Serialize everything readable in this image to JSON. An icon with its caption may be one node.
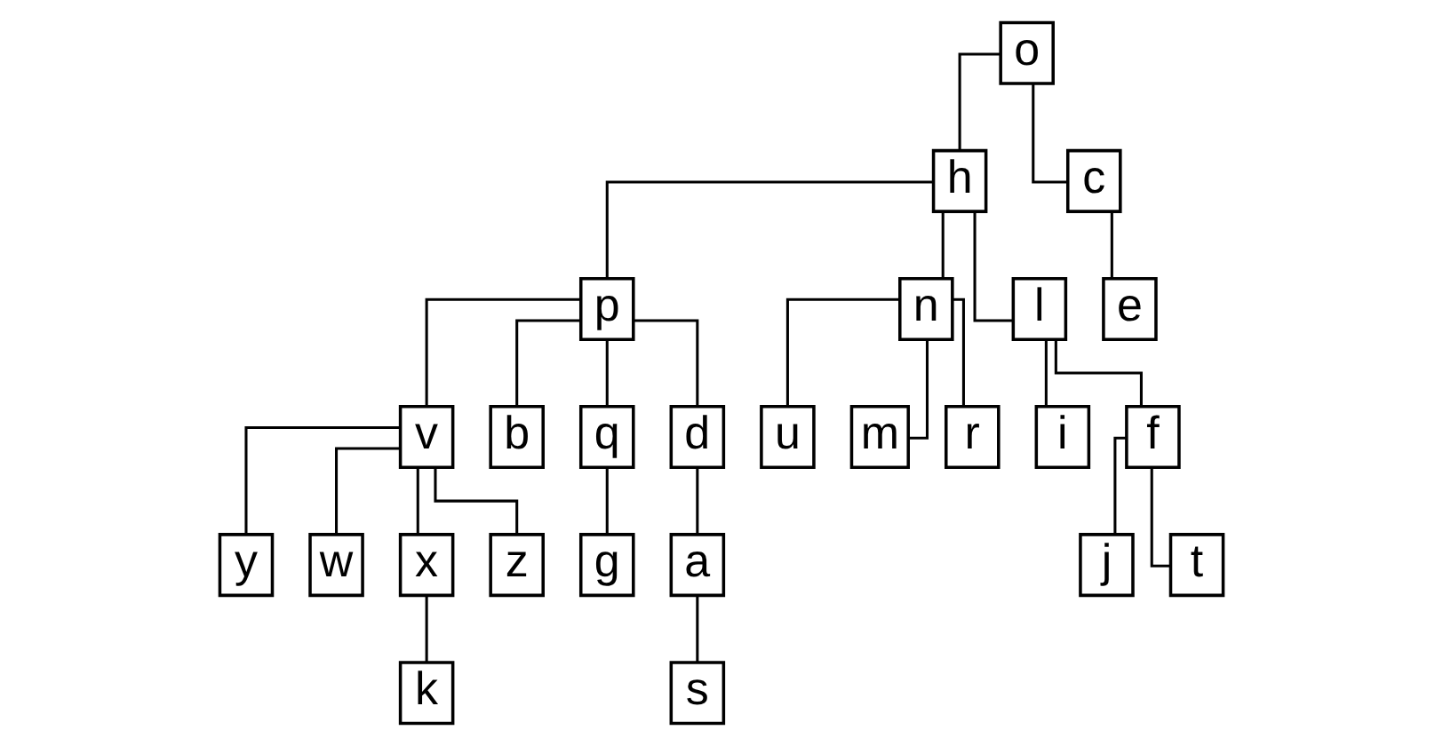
{
  "diagram": {
    "nodes": [
      {
        "text": [
          "o"
        ]
      },
      {
        "text": [
          "h"
        ]
      },
      {
        "text": [
          "p"
        ]
      },
      {
        "text": [
          "v"
        ]
      },
      {
        "text": [
          "c"
        ]
      },
      {
        "text": [
          "n"
        ]
      },
      {
        "text": [
          "l"
        ]
      },
      {
        "text": [
          "b"
        ]
      },
      {
        "text": [
          "q"
        ]
      },
      {
        "text": [
          "d"
        ]
      },
      {
        "text": [
          "y"
        ]
      },
      {
        "text": [
          "w"
        ]
      },
      {
        "text": [
          "e"
        ]
      },
      {
        "text": [
          "u"
        ]
      },
      {
        "text": [
          "m"
        ]
      },
      {
        "text": [
          "r"
        ]
      },
      {
        "text": [
          "i"
        ]
      },
      {
        "text": [
          "f"
        ]
      },
      {
        "text": [
          "g"
        ]
      },
      {
        "text": [
          "a"
        ]
      },
      {
        "text": [
          "x"
        ]
      },
      {
        "text": [
          "z"
        ]
      },
      {
        "text": [
          "j"
        ]
      },
      {
        "text": [
          "t"
        ]
      },
      {
        "text": [
          "s"
        ]
      },
      {
        "text": [
          "k"
        ]
      }
    ],
    "edges": [
      {
        "from": 0,
        "to": 1,
        "arrow": "none"
      },
      {
        "from": 1,
        "to": 2,
        "arrow": "none"
      },
      {
        "from": 2,
        "to": 3,
        "arrow": "none"
      },
      {
        "from": 0,
        "to": 4,
        "arrow": "none"
      },
      {
        "from": 4,
        "to": 12,
        "arrow": "none"
      },
      {
        "from": 1,
        "to": 5,
        "arrow": "none"
      },
      {
        "from": 1,
        "to": 6,
        "arrow": "none"
      },
      {
        "from": 5,
        "to": 13,
        "arrow": "none"
      },
      {
        "from": 5,
        "to": 14,
        "arrow": "none"
      },
      {
        "from": 5,
        "to": 15,
        "arrow": "none"
      },
      {
        "from": 6,
        "to": 16,
        "arrow": "none"
      },
      {
        "from": 6,
        "to": 17,
        "arrow": "none"
      },
      {
        "from": 17,
        "to": 22,
        "arrow": "none"
      },
      {
        "from": 17,
        "to": 23,
        "arrow": "none"
      },
      {
        "from": 2,
        "to": 7,
        "arrow": "none"
      },
      {
        "from": 2,
        "to": 8,
        "arrow": "none"
      },
      {
        "from": 2,
        "to": 9,
        "arrow": "none"
      },
      {
        "from": 8,
        "to": 18,
        "arrow": "none"
      },
      {
        "from": 9,
        "to": 19,
        "arrow": "none"
      },
      {
        "from": 19,
        "to": 24,
        "arrow": "none"
      },
      {
        "from": 3,
        "to": 10,
        "arrow": "none"
      },
      {
        "from": 3,
        "to": 11,
        "arrow": "none"
      },
      {
        "from": 3,
        "to": 20,
        "arrow": "none"
      },
      {
        "from": 3,
        "to": 21,
        "arrow": "none"
      },
      {
        "from": 20,
        "to": 25,
        "arrow": "none"
      }
    ]
  }
}
